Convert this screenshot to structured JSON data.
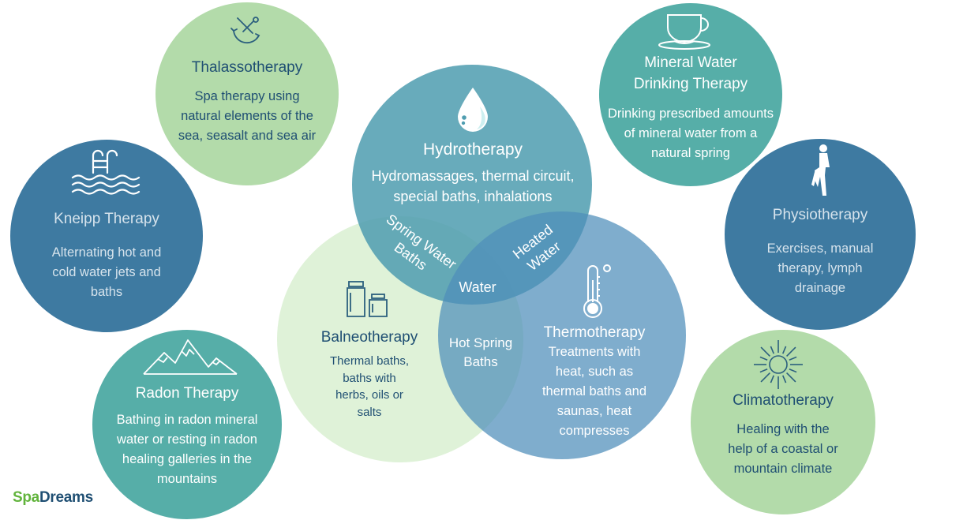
{
  "colors": {
    "light_green": "#b3dbaa",
    "pale_green": "#dff2d8",
    "teal": "#56aea8",
    "slate_blue": "#3e7aa1",
    "hydro": "rgba(79,157,176,0.86)",
    "thermo": "rgba(78,142,186,0.72)",
    "logo_spa": "#62b43d",
    "logo_dreams": "#1f4f73"
  },
  "icons": {
    "thalasso": "anchor-icon",
    "kneipp": "pool-ladder-icon",
    "radon": "mountain-icon",
    "hydro": "water-drop-icon",
    "mineral": "teacup-icon",
    "physio": "stretching-person-icon",
    "balneo": "jars-icon",
    "thermo": "thermometer-icon",
    "clima": "sun-icon"
  },
  "therapies": {
    "thalasso": {
      "title": "Thalassotherapy",
      "desc": [
        "Spa therapy using",
        "natural elements of the",
        "sea, seasalt and sea air"
      ]
    },
    "kneipp": {
      "title": "Kneipp Therapy",
      "desc": [
        "Alternating hot and",
        "cold water jets and",
        "baths"
      ]
    },
    "radon": {
      "title": "Radon Therapy",
      "desc": [
        "Bathing in radon mineral",
        "water or resting in radon",
        "healing galleries in the",
        "mountains"
      ]
    },
    "hydro": {
      "title": "Hydrotherapy",
      "desc": [
        "Hydromassages, thermal circuit,",
        "special baths, inhalations"
      ]
    },
    "mineral": {
      "title": [
        "Mineral Water",
        "Drinking Therapy"
      ],
      "desc": [
        "Drinking prescribed amounts",
        "of mineral water from a",
        "natural spring"
      ]
    },
    "physio": {
      "title": "Physiotherapy",
      "desc": [
        "Exercises, manual",
        "therapy, lymph",
        "drainage"
      ]
    },
    "balneo": {
      "title": "Balneotherapy",
      "desc": [
        "Thermal baths,",
        "baths with",
        "herbs, oils or",
        "salts"
      ]
    },
    "thermo": {
      "title": "Thermotherapy",
      "desc": [
        "Treatments with",
        "heat, such as",
        "thermal baths and",
        "saunas, heat",
        "compresses"
      ]
    },
    "clima": {
      "title": "Climatotherapy",
      "desc": [
        "Healing with the",
        "help of a coastal or",
        "mountain climate"
      ]
    }
  },
  "overlaps": {
    "spring": [
      "Spring Water",
      "Baths"
    ],
    "heated": [
      "Heated",
      "Water"
    ],
    "water": "Water",
    "hot_spring": [
      "Hot Spring",
      "Baths"
    ]
  },
  "logo": {
    "spa": "Spa",
    "dreams": "Dreams"
  }
}
